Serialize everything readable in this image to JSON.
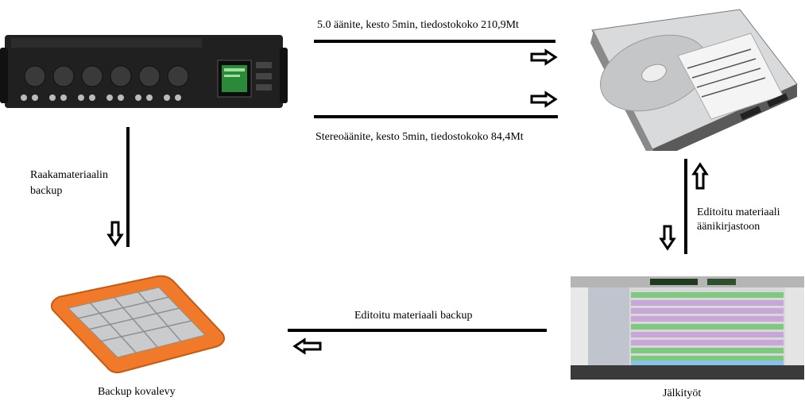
{
  "labels": {
    "surround": "5.0 äänite, kesto 5min, tiedostokoko 210,9Mt",
    "stereo": "Stereoäänite, kesto 5min, tiedostokoko 84,4Mt",
    "raw_backup_line1": "Raakamateriaalin",
    "raw_backup_line2": "backup",
    "edited_library_line1": "Editoitu materiaali",
    "edited_library_line2": "äänikirjastoon",
    "edited_backup": "Editoitu materiaali backup",
    "backup_drive": "Backup kovalevy",
    "post_production": "Jälkityöt"
  },
  "colors": {
    "line": "#000000",
    "backup_drive_orange": "#f07a2a",
    "daw_purple": "#c8a6d8",
    "daw_green": "#7fc87f"
  },
  "icons": {
    "recorder": "field-recorder-mixer-icon",
    "hard_drive": "internal-hard-drive-icon",
    "backup_drive": "rugged-portable-drive-icon",
    "daw": "daw-session-screenshot-icon"
  }
}
